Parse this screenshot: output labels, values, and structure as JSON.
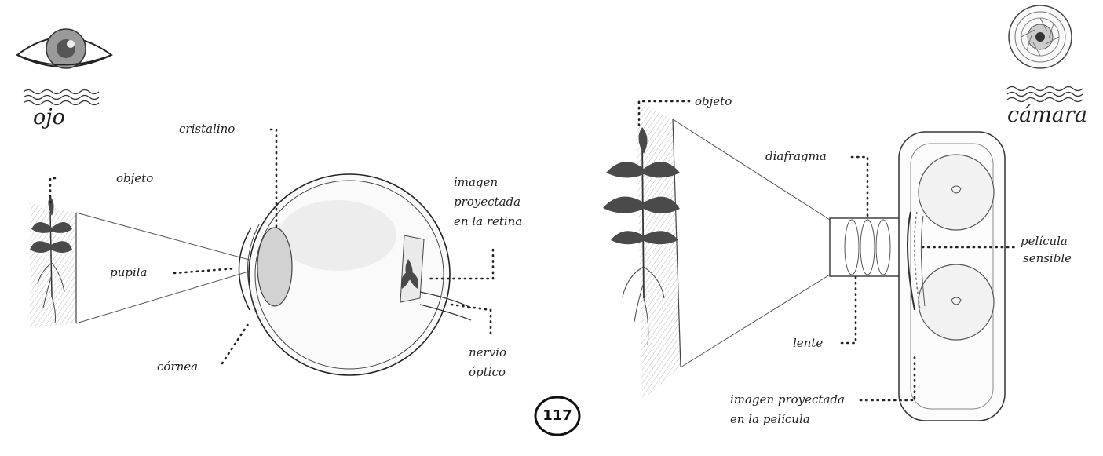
{
  "eye_section": {
    "title": "ojo",
    "labels": {
      "objeto": "objeto",
      "cristalino": "cristalino",
      "pupila": "pupila",
      "cornea": "córnea",
      "imagen_retina_1": "imagen",
      "imagen_retina_2": "proyectada",
      "imagen_retina_3": "en la retina",
      "nervio_1": "nervio",
      "nervio_2": "óptico"
    }
  },
  "camera_section": {
    "title": "cámara",
    "labels": {
      "objeto": "objeto",
      "diafragma": "diafragma",
      "lente": "lente",
      "pelicula_1": "película",
      "pelicula_2": "sensible",
      "imagen_pelicula_1": "imagen proyectada",
      "imagen_pelicula_2": "en la película"
    }
  },
  "page_number": "117",
  "colors": {
    "ink": "#222222",
    "leaf": "#4a4a4a",
    "wash": "#d9d9d9"
  }
}
